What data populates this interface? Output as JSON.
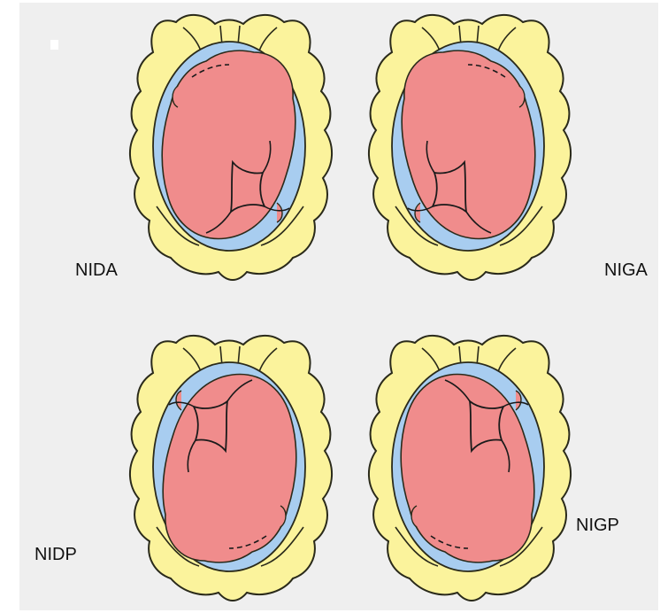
{
  "labels": {
    "top_left": "NIDA",
    "top_right": "NIGA",
    "bottom_left": "NIDP",
    "bottom_right": "NIGP"
  },
  "colors": {
    "background": "#efefef",
    "pelvis_bone": "#fbf39c",
    "bone_outline": "#2a2a1a",
    "pelvic_cavity": "#a8cdf0",
    "fetal_head": "#f08c8c",
    "suture_lines": "#1a1a1a"
  }
}
